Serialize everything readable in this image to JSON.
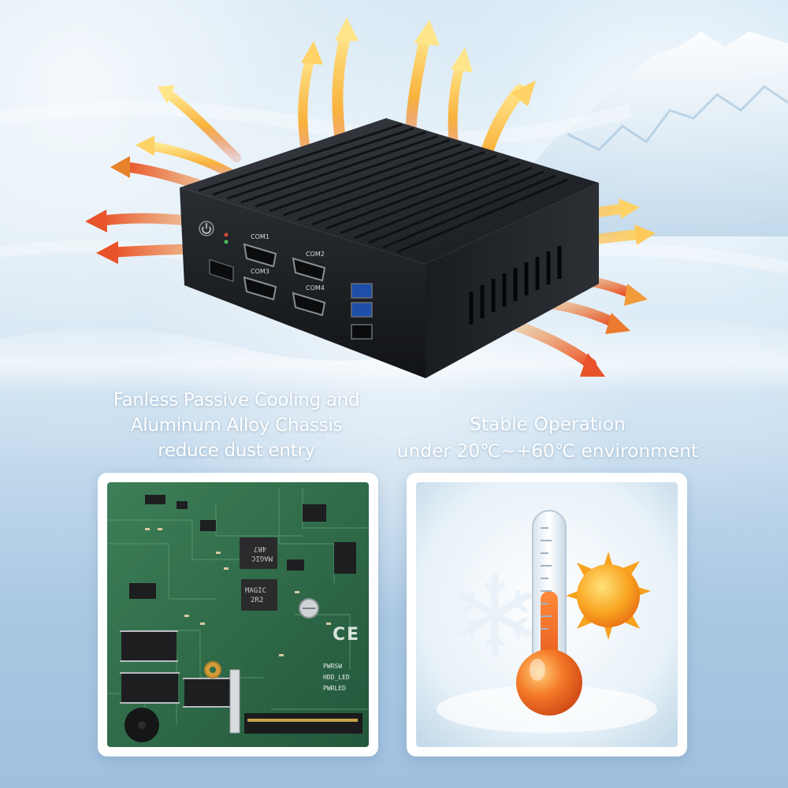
{
  "captions": {
    "left": {
      "line1": "Fanless Passive Cooling and",
      "line2": "Aluminum Alloy Chassis",
      "line3": "reduce dust entry"
    },
    "right": {
      "line1": "Stable Operation",
      "line2": "under 20℃~+60℃ environment"
    }
  },
  "device": {
    "port_labels": [
      "COM1",
      "COM2",
      "COM3",
      "COM4"
    ]
  },
  "board_markings": {
    "chip1": [
      "MAGIC",
      "4R7"
    ],
    "chip2": [
      "MAGIC",
      "2R2"
    ],
    "silkscreen": [
      "PWRSW",
      "HDD_LED",
      "PWRLED"
    ]
  },
  "icons": {
    "heat": "heat-flow-arrow-icon",
    "thermometer": "thermometer-icon",
    "sun": "sun-icon",
    "snowflake": "snowflake-icon"
  },
  "colors": {
    "caption_text": "#ffffff",
    "heat_hot": "#e8532a",
    "heat_warm": "#f9b23c",
    "heat_light": "#ffe58a",
    "pcb_green": "#2f6e4b",
    "chassis": "#1f2226"
  }
}
